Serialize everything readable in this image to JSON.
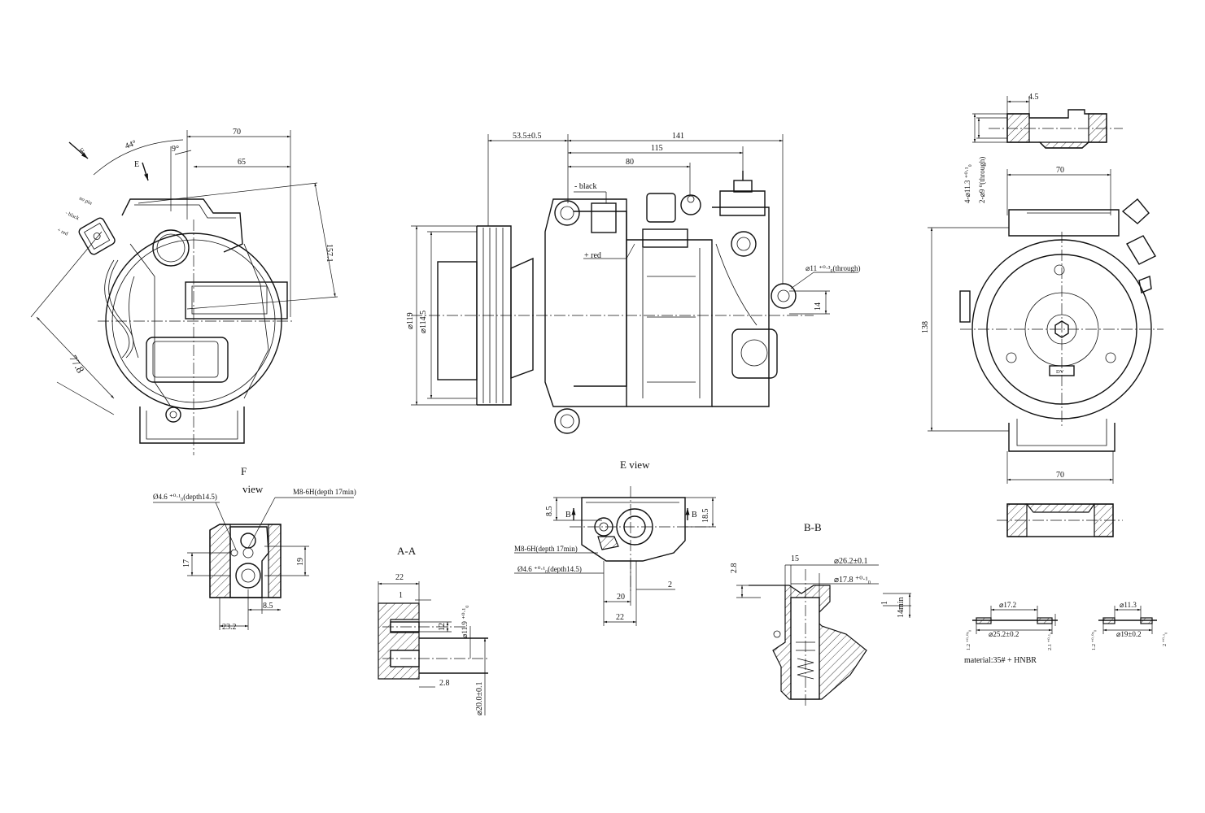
{
  "views": {
    "f_view": {
      "letter": "F",
      "label": "view"
    },
    "e_view": {
      "label": "E view"
    },
    "section_aa": {
      "label": "A-A"
    },
    "section_bb": {
      "label": "B-B"
    }
  },
  "front_view": {
    "dims": {
      "d70": "70",
      "d65": "65",
      "d157": "157.1",
      "d778": "77.8"
    },
    "angles": {
      "a44": "44°",
      "a9": "9°"
    },
    "markers": {
      "f": "F",
      "e": "E"
    },
    "connector": {
      "no_pin": "no pin",
      "minus_black": "- black",
      "plus_red": "+ red"
    }
  },
  "side_view": {
    "dims": {
      "d535": "53.5±0.5",
      "d141": "141",
      "d115": "115",
      "d80": "80",
      "d119": "⌀119",
      "d1145": "⌀114.5",
      "d14": "14"
    },
    "labels": {
      "black": "- black",
      "red": "+ red"
    },
    "through": "⌀11 ⁺⁰·³₀(through)"
  },
  "right_view": {
    "dims": {
      "d45": "4.5",
      "d70a": "70",
      "d70b": "70",
      "d138": "138"
    },
    "holes": {
      "h1": "4-⌀11.3 ⁺⁰·¹₀",
      "h2": "2-⌀9 ⁰(through)"
    },
    "badge": "DV"
  },
  "f_detail": {
    "hole1": "Ø4.6 ⁺⁰·¹₀(depth14.5)",
    "thread": "M8-6H(depth 17min)",
    "dims": {
      "d17": "17",
      "d19": "19",
      "d85": "8.5",
      "d232": "23.2"
    }
  },
  "e_detail": {
    "dims": {
      "d85": "8.5",
      "d185": "18.5",
      "d2": "2",
      "d20": "20",
      "d22": "22"
    },
    "b": "B",
    "thread": "M8-6H(depth 17min)",
    "hole": "Ø4.6 ⁺⁰·¹₀(depth14.5)"
  },
  "aa_detail": {
    "dims": {
      "d22": "22",
      "d1": "1",
      "d12": "12",
      "d119": "⌀11.9 ⁺⁰·¹₀",
      "d28": "2.8",
      "d200": "⌀20.0±0.1"
    }
  },
  "bb_detail": {
    "dims": {
      "d28": "2.8",
      "d15": "15",
      "d262": "⌀26.2±0.1",
      "d178": "⌀17.8 ⁺⁰·¹₀",
      "d1": "1",
      "d14": "14min"
    }
  },
  "seals": {
    "s1": {
      "inner": "⌀17.2",
      "outer": "⌀25.2±0.2",
      "thick": "1.2 ⁺⁰·⁰⁵₀",
      "h": "2.1 ⁺⁰·¹₀"
    },
    "s2": {
      "inner": "⌀11.3",
      "outer": "⌀19±0.2",
      "thick": "1.2 ⁺⁰·⁰⁵₀",
      "h": "2 ⁺⁰·¹₀"
    },
    "material": "material:35# + HNBR"
  }
}
